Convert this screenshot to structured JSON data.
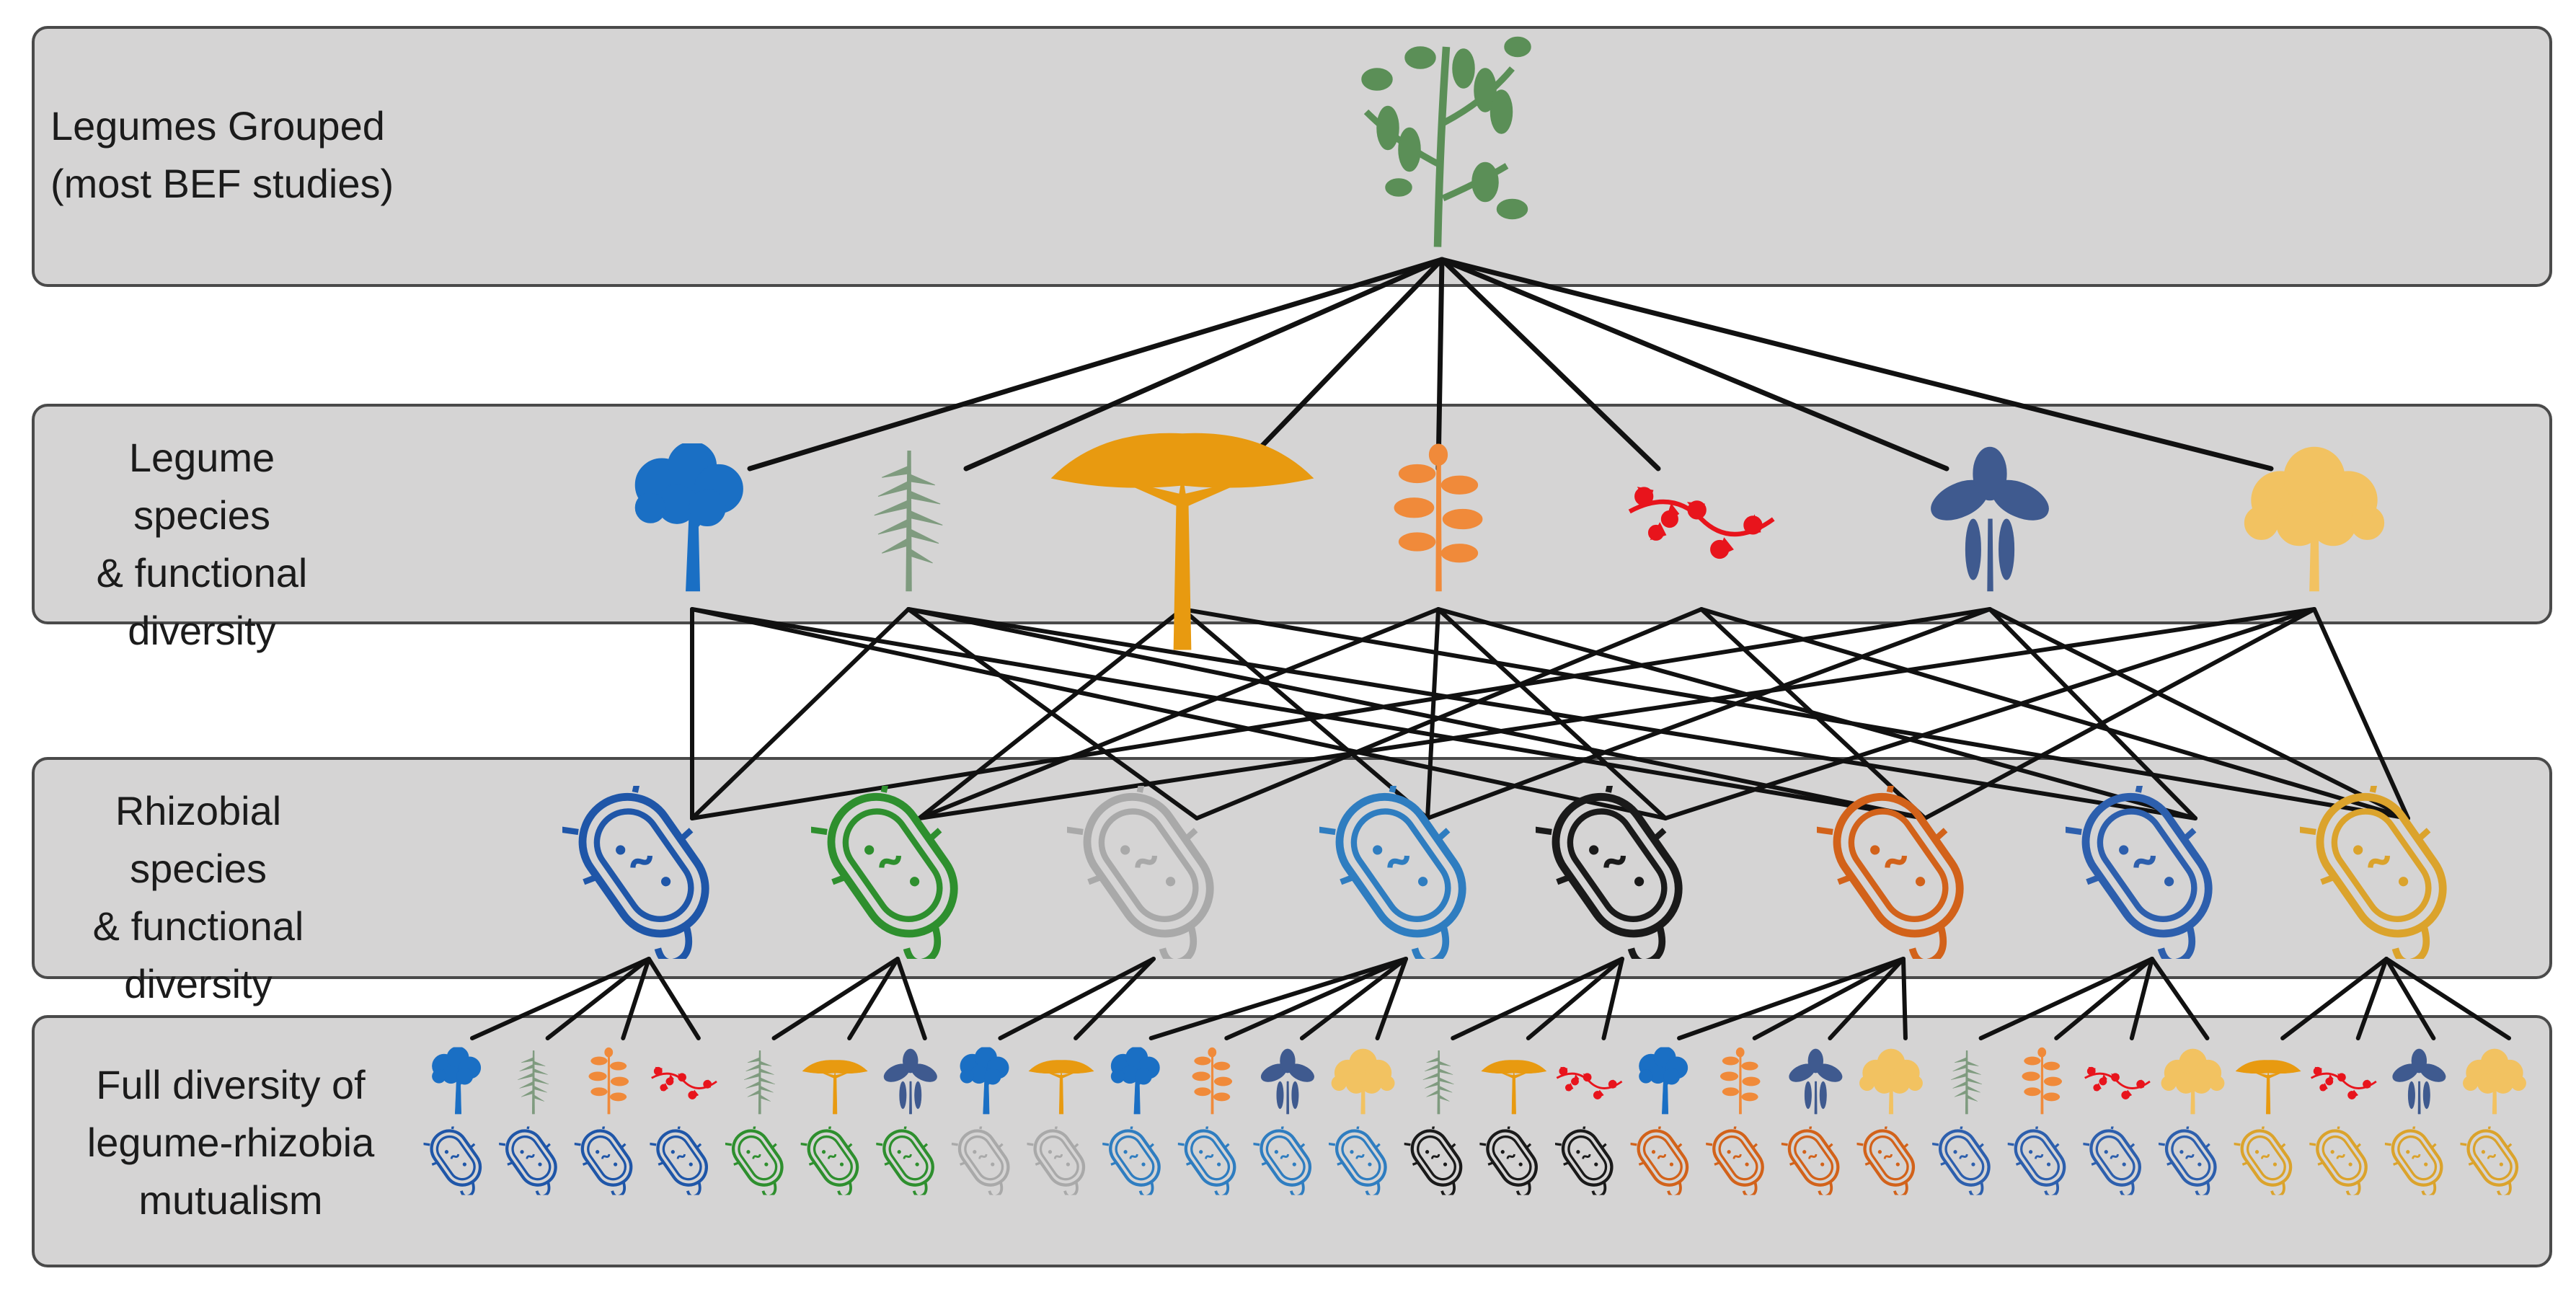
{
  "labels": {
    "top": "Legumes Grouped\n(most BEF studies)",
    "legume_species": "Legume species\n& functional\ndiversity",
    "rhizobial_species": "Rhizobial species\n& functional\ndiversity",
    "full_diversity": "Full diversity of\nlegume-rhizobia\nmutualism"
  },
  "colors": {
    "band_fill": "#d5d4d4",
    "band_border": "#4a4a4a",
    "line": "#111111",
    "grouped_legume": "#5b8f57"
  },
  "legumes": [
    {
      "id": "L1",
      "icon": "blue-tree-icon",
      "color": "#1a6fc4"
    },
    {
      "id": "L2",
      "icon": "green-fern-icon",
      "color": "#7f9b7f"
    },
    {
      "id": "L3",
      "icon": "acacia-tree-icon",
      "color": "#e89a10"
    },
    {
      "id": "L4",
      "icon": "orange-plant-icon",
      "color": "#f08a3a"
    },
    {
      "id": "L5",
      "icon": "red-vine-icon",
      "color": "#e8141c"
    },
    {
      "id": "L6",
      "icon": "navy-leaf-icon",
      "color": "#3f5a8f"
    },
    {
      "id": "L7",
      "icon": "yellow-bush-icon",
      "color": "#f2c261"
    }
  ],
  "rhizobia": [
    {
      "id": "R1",
      "icon": "bacterium-icon",
      "color": "#1f56a8"
    },
    {
      "id": "R2",
      "icon": "bacterium-icon",
      "color": "#2e8f2e"
    },
    {
      "id": "R3",
      "icon": "bacterium-icon",
      "color": "#a9a9a9"
    },
    {
      "id": "R4",
      "icon": "bacterium-icon",
      "color": "#2f7dc0"
    },
    {
      "id": "R5",
      "icon": "bacterium-icon",
      "color": "#1a1a1a"
    },
    {
      "id": "R6",
      "icon": "bacterium-icon",
      "color": "#d2621a"
    },
    {
      "id": "R7",
      "icon": "bacterium-icon",
      "color": "#2d5fad"
    },
    {
      "id": "R8",
      "icon": "bacterium-icon",
      "color": "#dba32c"
    }
  ],
  "legume_rhizobia_edges": [
    [
      0,
      0
    ],
    [
      0,
      4
    ],
    [
      0,
      5
    ],
    [
      1,
      0
    ],
    [
      1,
      2
    ],
    [
      1,
      5
    ],
    [
      1,
      6
    ],
    [
      2,
      1
    ],
    [
      2,
      3
    ],
    [
      2,
      7
    ],
    [
      3,
      1
    ],
    [
      3,
      3
    ],
    [
      3,
      4
    ],
    [
      3,
      6
    ],
    [
      4,
      2
    ],
    [
      4,
      5
    ],
    [
      4,
      7
    ],
    [
      5,
      0
    ],
    [
      5,
      3
    ],
    [
      5,
      6
    ],
    [
      5,
      7
    ],
    [
      6,
      1
    ],
    [
      6,
      4
    ],
    [
      6,
      5
    ],
    [
      6,
      7
    ]
  ],
  "pairs": [
    {
      "legume": 0,
      "rhizobium": 0
    },
    {
      "legume": 1,
      "rhizobium": 0
    },
    {
      "legume": 3,
      "rhizobium": 0
    },
    {
      "legume": 4,
      "rhizobium": 0
    },
    {
      "legume": 1,
      "rhizobium": 1
    },
    {
      "legume": 2,
      "rhizobium": 1
    },
    {
      "legume": 5,
      "rhizobium": 1
    },
    {
      "legume": 0,
      "rhizobium": 2
    },
    {
      "legume": 2,
      "rhizobium": 2
    },
    {
      "legume": 0,
      "rhizobium": 3
    },
    {
      "legume": 3,
      "rhizobium": 3
    },
    {
      "legume": 5,
      "rhizobium": 3
    },
    {
      "legume": 6,
      "rhizobium": 3
    },
    {
      "legume": 1,
      "rhizobium": 4
    },
    {
      "legume": 2,
      "rhizobium": 4
    },
    {
      "legume": 4,
      "rhizobium": 4
    },
    {
      "legume": 0,
      "rhizobium": 5
    },
    {
      "legume": 3,
      "rhizobium": 5
    },
    {
      "legume": 5,
      "rhizobium": 5
    },
    {
      "legume": 6,
      "rhizobium": 5
    },
    {
      "legume": 1,
      "rhizobium": 6
    },
    {
      "legume": 3,
      "rhizobium": 6
    },
    {
      "legume": 4,
      "rhizobium": 6
    },
    {
      "legume": 6,
      "rhizobium": 6
    },
    {
      "legume": 2,
      "rhizobium": 7
    },
    {
      "legume": 4,
      "rhizobium": 7
    },
    {
      "legume": 5,
      "rhizobium": 7
    },
    {
      "legume": 6,
      "rhizobium": 7
    }
  ]
}
